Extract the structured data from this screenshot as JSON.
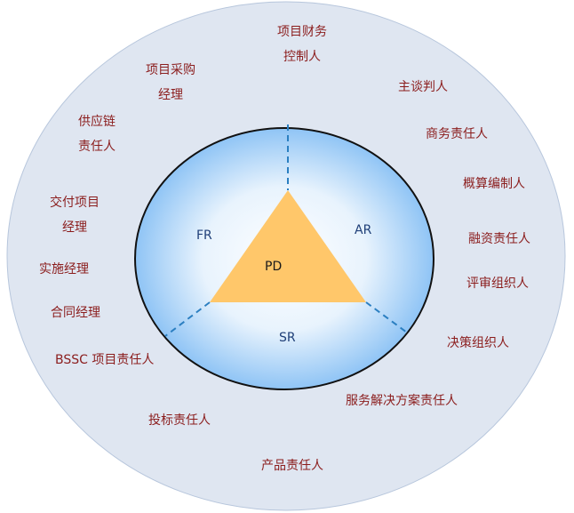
{
  "colors": {
    "outer_fill": "#dfe6f1",
    "outer_stroke": "#b7c6dc",
    "inner_stroke": "#111111",
    "inner_gradient_center": "#ffffff",
    "inner_gradient_edge": "#8fc4f5",
    "triangle_fill": "#ffc76a",
    "divider": "#2b7fc1",
    "role_text": "#8b1d1d",
    "section_text": "#1f3f78"
  },
  "core": {
    "label": "PD"
  },
  "sections": {
    "fr": "FR",
    "ar": "AR",
    "sr": "SR"
  },
  "roles": [
    {
      "id": "project-finance-controller",
      "lines": [
        "项目财务",
        "控制人"
      ]
    },
    {
      "id": "procurement-manager",
      "lines": [
        "项目采购",
        "经理"
      ]
    },
    {
      "id": "chief-negotiator",
      "lines": [
        "主谈判人"
      ]
    },
    {
      "id": "supply-chain-owner",
      "lines": [
        "供应链",
        "责任人"
      ]
    },
    {
      "id": "business-owner",
      "lines": [
        "商务责任人"
      ]
    },
    {
      "id": "budget-preparer",
      "lines": [
        "概算编制人"
      ]
    },
    {
      "id": "delivery-manager",
      "lines": [
        "交付项目",
        "经理"
      ]
    },
    {
      "id": "financing-owner",
      "lines": [
        "融资责任人"
      ]
    },
    {
      "id": "implementation-manager",
      "lines": [
        "实施经理"
      ]
    },
    {
      "id": "review-organizer",
      "lines": [
        "评审组织人"
      ]
    },
    {
      "id": "contract-manager",
      "lines": [
        "合同经理"
      ]
    },
    {
      "id": "decision-organizer",
      "lines": [
        "决策组织人"
      ]
    },
    {
      "id": "bssc-owner",
      "lines": [
        "BSSC 项目责任人"
      ]
    },
    {
      "id": "service-solution-owner",
      "lines": [
        "服务解决方案责任人"
      ]
    },
    {
      "id": "bid-owner",
      "lines": [
        "投标责任人"
      ]
    },
    {
      "id": "product-owner",
      "lines": [
        "产品责任人"
      ]
    }
  ]
}
